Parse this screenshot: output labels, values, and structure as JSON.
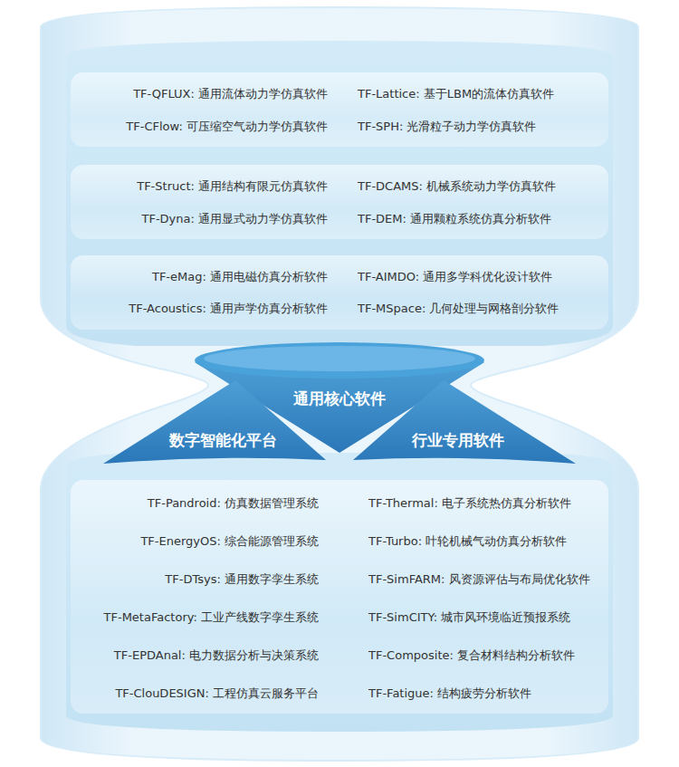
{
  "diagram": {
    "nodes": [
      {
        "text": [
          "TF-QFLUX: 通用流体动力学仿真软件",
          "TF-Lattice: 基于LBM的流体仿真软件",
          "TF-CFlow: 可压缩空气动力学仿真软件",
          "TF-SPH: 光滑粒子动力学仿真软件"
        ]
      },
      {
        "text": [
          "TF-Struct: 通用结构有限元仿真软件",
          "TF-DCAMS: 机械系统动力学仿真软件",
          "TF-Dyna: 通用显式动力学仿真软件",
          "TF-DEM: 通用颗粒系统仿真分析软件"
        ]
      },
      {
        "text": [
          "TF-eMag: 通用电磁仿真分析软件",
          "TF-AIMDO: 通用多学科优化设计软件",
          "TF-Acoustics: 通用声学仿真分析软件",
          "TF-MSpace: 几何处理与网格剖分软件"
        ]
      },
      {
        "text": [
          "通用核心软件"
        ]
      },
      {
        "text": [
          "数字智能化平台"
        ]
      },
      {
        "text": [
          "行业专用软件"
        ]
      },
      {
        "text": [
          "TF-Pandroid: 仿真数据管理系统",
          "TF-Thermal: 电子系统热仿真分析软件",
          "TF-EnergyOS: 综合能源管理系统",
          "TF-Turbo: 叶轮机械气动仿真分析软件",
          "TF-DTsys: 通用数字孪生系统",
          "TF-SimFARM: 风资源评估与布局优化软件",
          "TF-MetaFactory: 工业产线数字孪生系统",
          "TF-SimCITY: 城市风环境临近预报系统",
          "TF-EPDAnal: 电力数据分析与决策系统",
          "TF-Composite: 复合材料结构分析软件",
          "TF-ClouDESIGN: 工程仿真云服务平台",
          "TF-Fatigue: 结构疲劳分析软件"
        ]
      }
    ]
  }
}
